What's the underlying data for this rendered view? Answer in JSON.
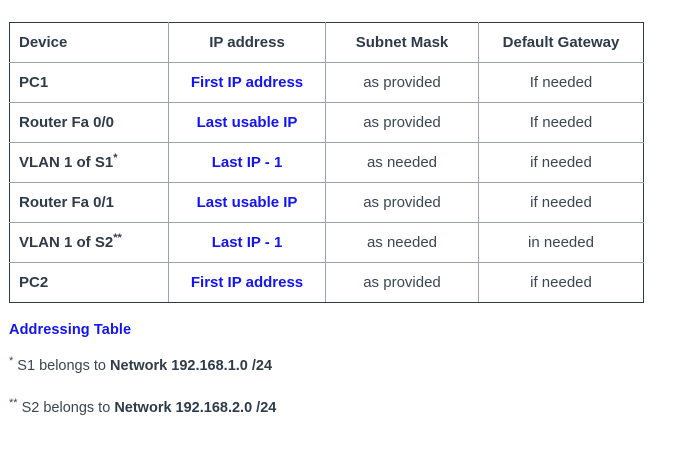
{
  "table": {
    "columns": [
      "Device",
      "IP address",
      "Subnet Mask",
      "Default Gateway"
    ],
    "rows": [
      {
        "device": "PC1",
        "device_mark": "",
        "ip": "First IP address",
        "mask": "as provided",
        "gateway": "If needed"
      },
      {
        "device": "Router Fa 0/0",
        "device_mark": "",
        "ip": "Last usable IP",
        "mask": "as provided",
        "gateway": "If needed"
      },
      {
        "device": "VLAN 1 of S1",
        "device_mark": "*",
        "ip": "Last IP - 1",
        "mask": "as needed",
        "gateway": "if needed"
      },
      {
        "device": "Router Fa 0/1",
        "device_mark": "",
        "ip": "Last usable IP",
        "mask": "as provided",
        "gateway": "if needed"
      },
      {
        "device": "VLAN 1 of S2",
        "device_mark": "**",
        "ip": "Last IP - 1",
        "mask": "as needed",
        "gateway": "in needed"
      },
      {
        "device": "PC2",
        "device_mark": "",
        "ip": "First IP address",
        "mask": "as provided",
        "gateway": "if needed"
      }
    ]
  },
  "caption": "Addressing Table",
  "footnotes": [
    {
      "mark": "*",
      "text": " S1 belongs to ",
      "strong": "Network 192.168.1.0 /24"
    },
    {
      "mark": "**",
      "text": " S2 belongs to ",
      "strong": "Network 192.168.2.0 /24"
    }
  ],
  "colors": {
    "accent_blue": "#1414f0",
    "text_dark": "#2f3b49",
    "text_body": "#3b4654",
    "border_outer": "#2f3b49",
    "border_inner": "#9aa3ad"
  }
}
